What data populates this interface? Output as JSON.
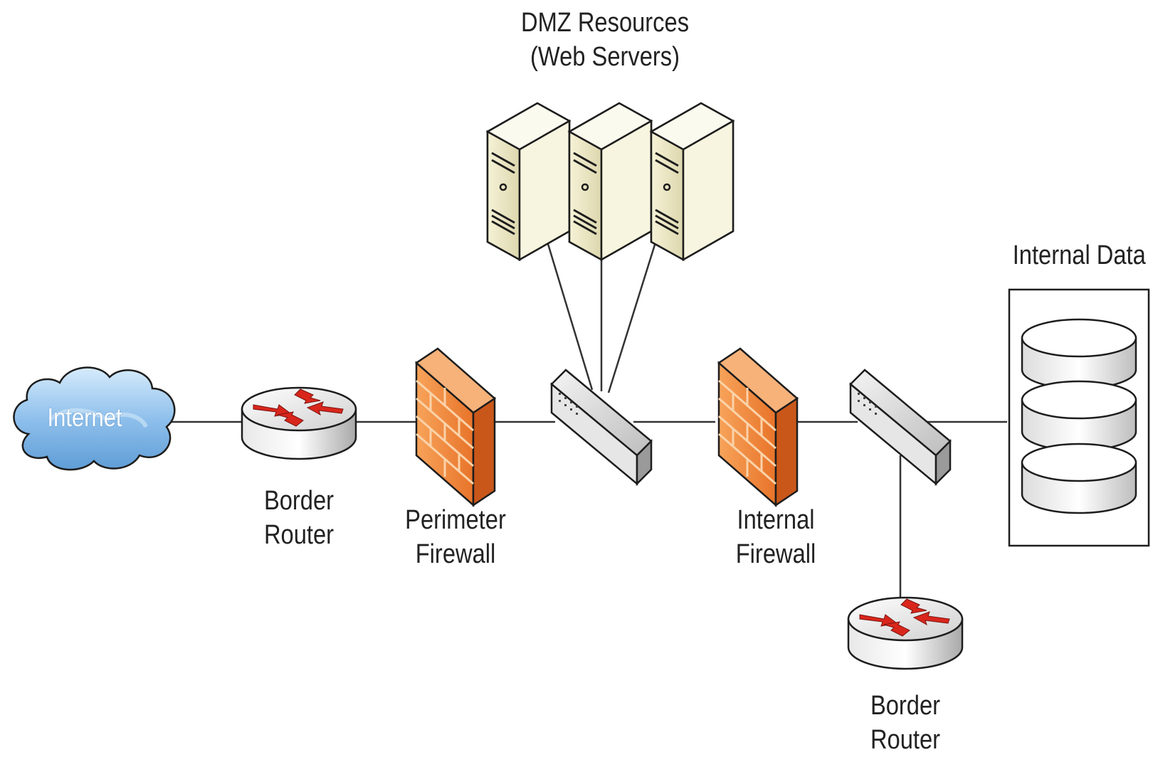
{
  "labels": {
    "dmz_line1": "DMZ Resources",
    "dmz_line2": "(Web Servers)",
    "internal_data": "Internal Data",
    "internet": "Internet",
    "border_router_1_line1": "Border",
    "border_router_1_line2": "Router",
    "perimeter_fw_line1": "Perimeter",
    "perimeter_fw_line2": "Firewall",
    "internal_fw_line1": "Internal",
    "internal_fw_line2": "Firewall",
    "border_router_2_line1": "Border",
    "border_router_2_line2": "Router"
  },
  "icons": {
    "cloud": "cloud-icon",
    "router": "router-icon",
    "firewall": "firewall-icon",
    "switch": "switch-icon",
    "server": "server-icon",
    "database": "database-icon"
  },
  "colors": {
    "firewall": "#f08a3c",
    "server": "#f3f0d2",
    "cloud": "#8fc0ec",
    "arrow": "#d9261c",
    "line": "#333333"
  }
}
